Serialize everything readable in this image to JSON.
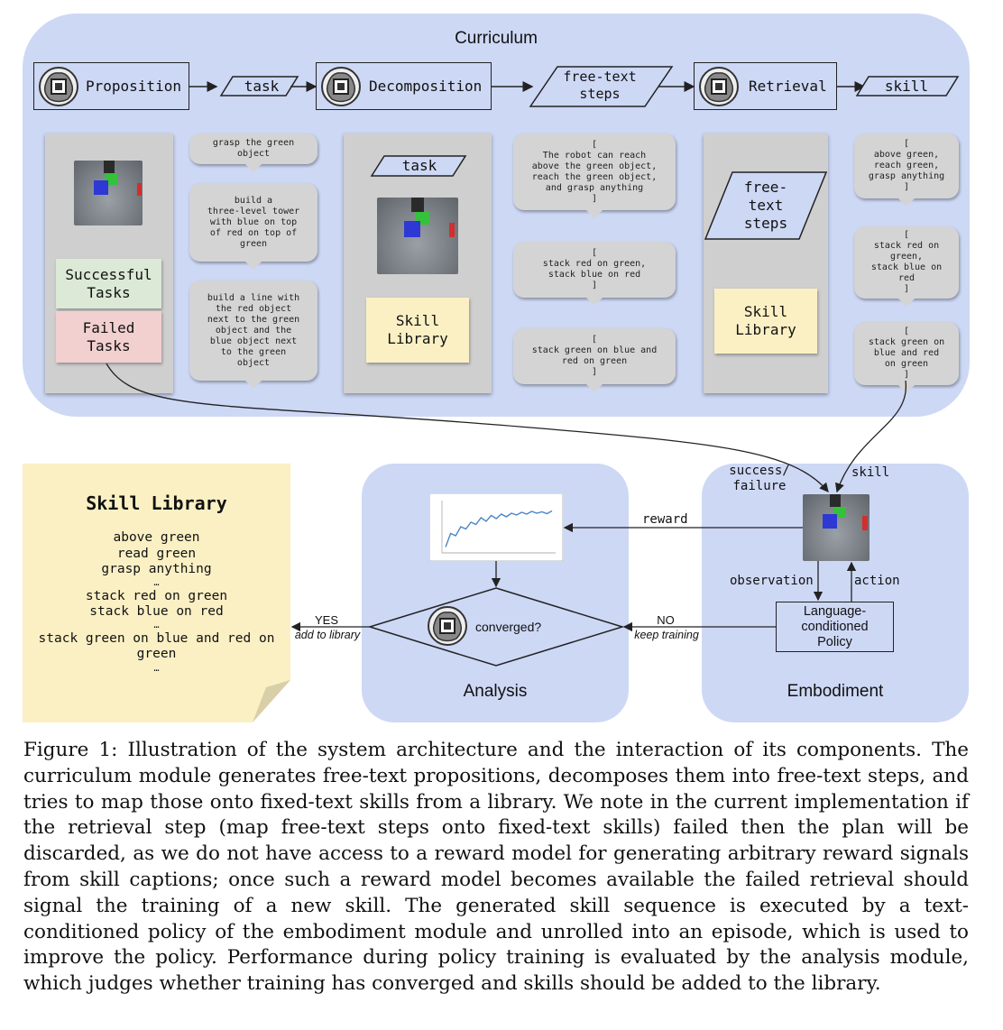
{
  "curriculum": {
    "title": "Curriculum",
    "flow": {
      "proposition": "Proposition",
      "task": "task",
      "decomposition": "Decomposition",
      "free_text_steps": "free-text\nsteps",
      "retrieval": "Retrieval",
      "skill": "skill"
    },
    "col1": {
      "successful": "Successful\nTasks",
      "failed": "Failed\nTasks"
    },
    "tasks": [
      "grasp the green\nobject",
      "build a\nthree-level tower\nwith blue on top\nof red on top of\ngreen",
      "build a line with\nthe red object\nnext to the green\nobject and the\nblue object next\nto the green\nobject"
    ],
    "col3": {
      "task": "task",
      "skill_library": "Skill\nLibrary"
    },
    "steps": [
      "[\nThe robot can reach\nabove the green object,\nreach the green object,\nand grasp anything\n]",
      "[\nstack red on green,\nstack blue on red\n]",
      "[\nstack green on blue and\nred on green\n]"
    ],
    "col5": {
      "free_text_steps": "free-\ntext\nsteps",
      "skill_library": "Skill\nLibrary"
    },
    "skills": [
      "[\nabove green,\nreach green,\ngrasp anything\n]",
      "[\nstack red on\ngreen,\nstack blue on\nred\n]",
      "[\nstack green on\nblue and red\non green\n]"
    ]
  },
  "skill_library": {
    "title": "Skill Library",
    "items": [
      "above green",
      "read green",
      "grasp anything",
      "…",
      "stack red on green",
      "stack blue on red",
      "…",
      "stack green on blue and red on\ngreen",
      "…"
    ]
  },
  "analysis": {
    "title": "Analysis",
    "converged": "converged?",
    "yes": "YES",
    "yes_sub": "add to library",
    "no": "NO",
    "no_sub": "keep training",
    "reward": "reward"
  },
  "embodiment": {
    "title": "Embodiment",
    "success_failure": "success/\nfailure",
    "skill": "skill",
    "observation": "observation",
    "action": "action",
    "policy": "Language-\nconditioned\nPolicy"
  },
  "caption": "Figure 1: Illustration of the system architecture and the interaction of its components. The curriculum module generates free-text propositions, decomposes them into free-text steps, and tries to map those onto fixed-text skills from a library. We note in the current implementation if the retrieval step (map free-text steps onto fixed-text skills) failed then the plan will be discarded, as we do not have access to a reward model for generating arbitrary reward signals from skill captions; once such a reward model becomes available the failed retrieval should signal the training of a new skill. The generated skill sequence is executed by a text-conditioned policy of the embodiment module and unrolled into an episode, which is used to improve the policy. Performance during policy training is evaluated by the analysis module, which judges whether training has converged and skills should be added to the library.",
  "colors": {
    "panel": "#cdd8f5",
    "column": "#cfcfcf",
    "success_note": "#dbe9d6",
    "failed_note": "#f2d0d0",
    "library_note": "#fbf0c4"
  },
  "chart_data": {
    "type": "line",
    "series": [
      {
        "values": [
          0.05,
          0.35,
          0.3,
          0.5,
          0.45,
          0.6,
          0.55,
          0.7,
          0.62,
          0.75,
          0.68,
          0.78,
          0.72,
          0.8,
          0.76,
          0.82,
          0.78,
          0.84,
          0.8,
          0.83,
          0.79,
          0.85
        ]
      }
    ]
  }
}
